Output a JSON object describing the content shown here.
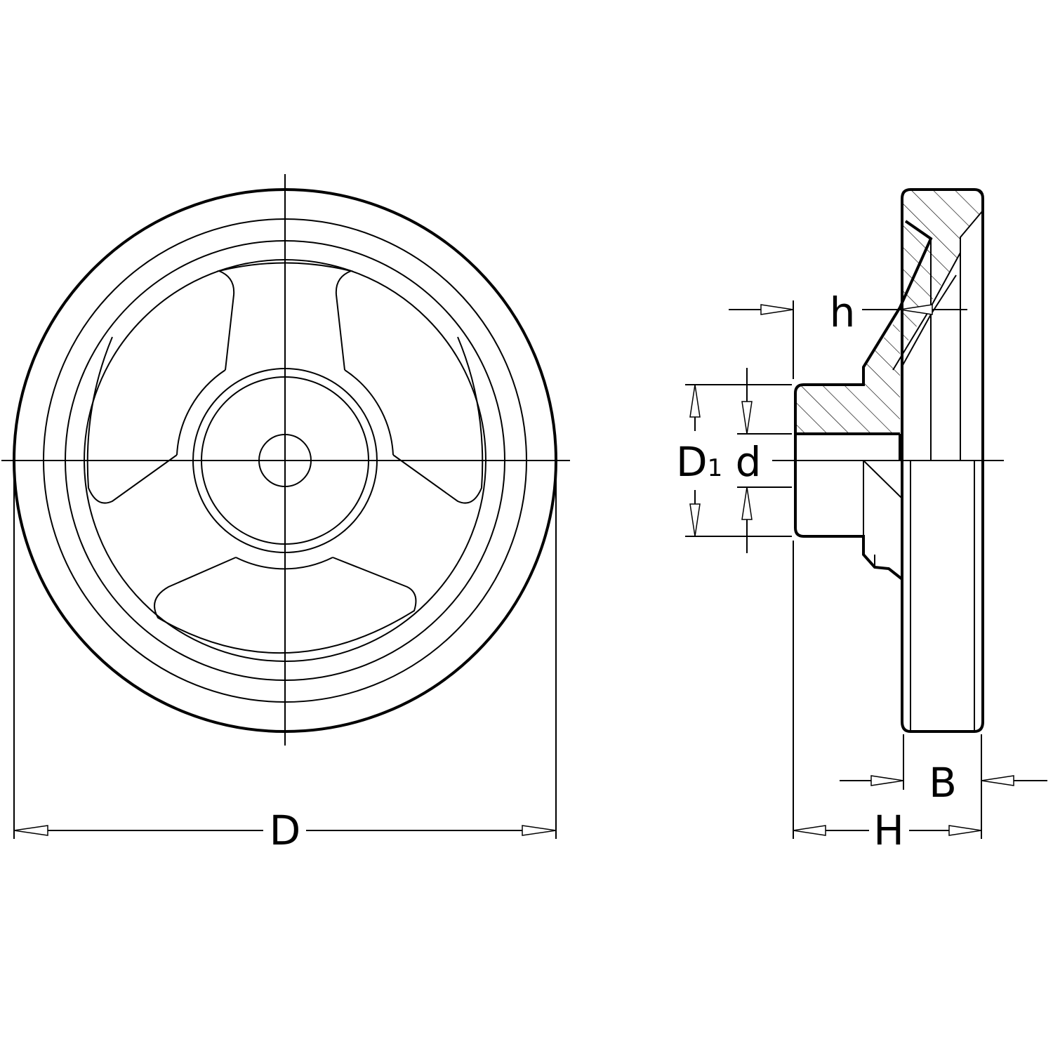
{
  "labels": {
    "D": "D",
    "D1_main": "D",
    "D1_sub": "1",
    "d": "d",
    "h": "h",
    "H": "H",
    "B": "B"
  },
  "colors": {
    "line": "#000000",
    "background": "#ffffff"
  }
}
